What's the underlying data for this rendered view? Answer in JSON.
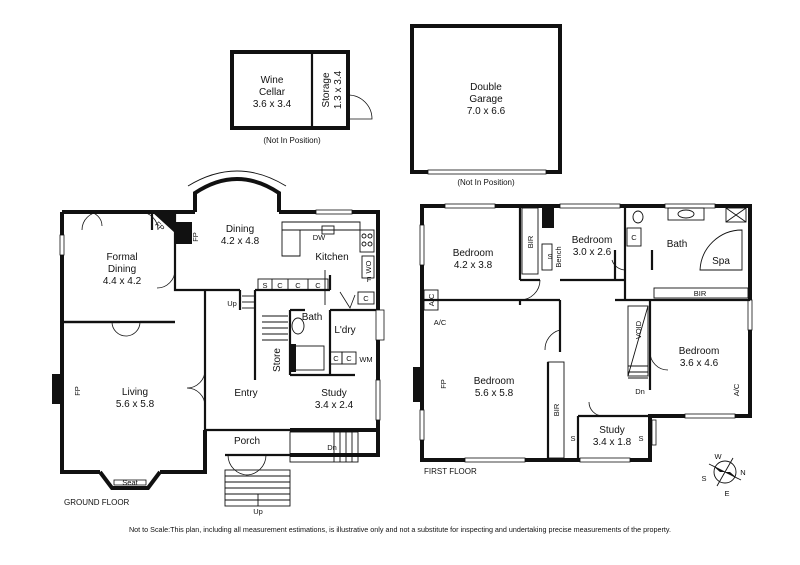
{
  "outbuildings": {
    "wine_cellar": {
      "name_1": "Wine",
      "name_2": "Cellar",
      "dims": "3.6 x 3.4"
    },
    "storage": {
      "name": "Storage",
      "dims": "1.3 x 3.4"
    },
    "cellar_note": "(Not In Position)",
    "garage": {
      "name_1": "Double",
      "name_2": "Garage",
      "dims": "7.0 x 6.6"
    },
    "garage_note": "(Not In Position)"
  },
  "ground_floor": {
    "label": "GROUND FLOOR",
    "formal_dining": {
      "name_1": "Formal",
      "name_2": "Dining",
      "dims": "4.4 x 4.2"
    },
    "dining": {
      "name": "Dining",
      "dims": "4.2 x 4.8"
    },
    "kitchen": {
      "name": "Kitchen"
    },
    "living": {
      "name": "Living",
      "dims": "5.6 x 5.8"
    },
    "entry": {
      "name": "Entry"
    },
    "bath": {
      "name": "Bath"
    },
    "laundry": {
      "name": "L'dry"
    },
    "store": {
      "name": "Store"
    },
    "study": {
      "name": "Study",
      "dims": "3.4 x 2.4"
    },
    "porch": {
      "name": "Porch"
    },
    "seat": "Seat",
    "fp_living": "FP",
    "fp_dining": "FP",
    "fp_formal": "FP",
    "dw": "DW",
    "wo": "WO",
    "f": "F",
    "wm": "WM",
    "c": "C",
    "s": "S",
    "up_1": "Up",
    "up_2": "Up",
    "dn": "Dn"
  },
  "first_floor": {
    "label": "FIRST FLOOR",
    "bedroom_1": {
      "name": "Bedroom",
      "dims": "4.2 x 3.8"
    },
    "bedroom_2": {
      "name": "Bedroom",
      "dims": "3.0 x 2.6"
    },
    "bath": {
      "name": "Bath"
    },
    "spa": "Spa",
    "bedroom_3": {
      "name": "Bedroom",
      "dims": "5.6 x 5.8"
    },
    "bedroom_4": {
      "name": "Bedroom",
      "dims": "3.6 x 4.6"
    },
    "study": {
      "name": "Study",
      "dims": "3.4 x 1.8"
    },
    "void": "VOID",
    "bir": "BIR",
    "bench": "Bench",
    "ac": "A/C",
    "fp": "FP",
    "c": "C",
    "s": "S",
    "dn": "Dn"
  },
  "compass": {
    "n": "N",
    "e": "E",
    "s": "S",
    "w": "W"
  },
  "disclaimer": "Not to Scale:This plan, including all measurement estimations, is illustrative only and not a substitute for inspecting and undertaking precise measurements of the property."
}
